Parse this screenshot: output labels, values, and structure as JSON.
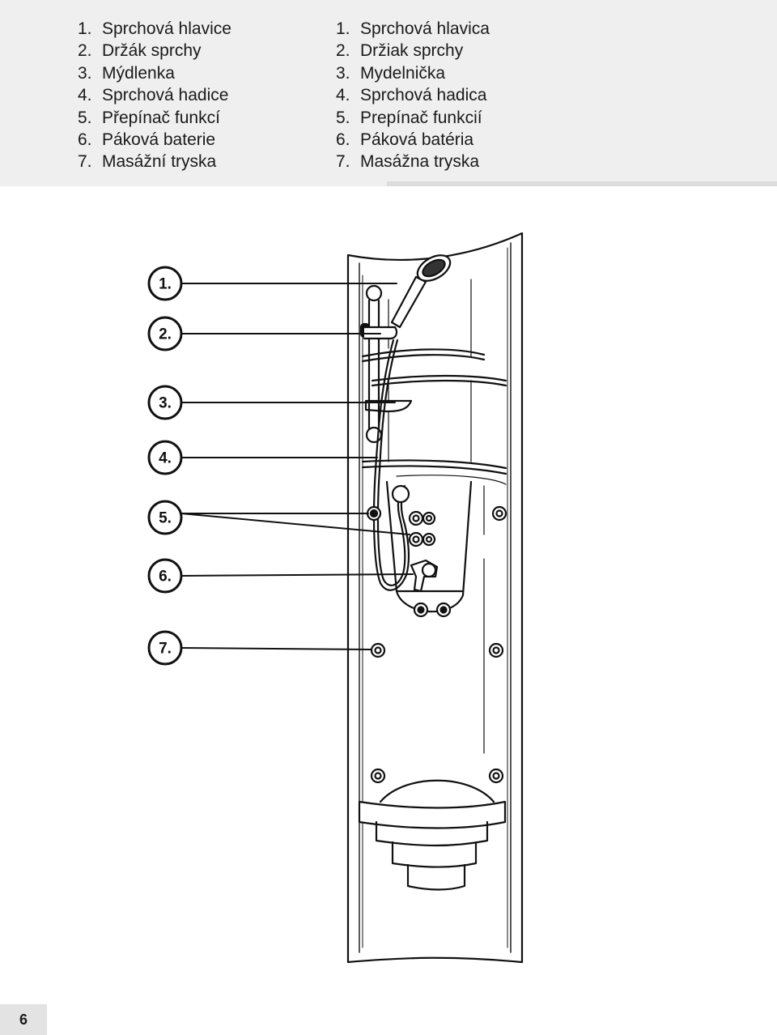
{
  "legend": {
    "czech": [
      {
        "num": "1.",
        "label": "Sprchová hlavice"
      },
      {
        "num": "2.",
        "label": "Držák sprchy"
      },
      {
        "num": "3.",
        "label": "Mýdlenka"
      },
      {
        "num": "4.",
        "label": "Sprchová hadice"
      },
      {
        "num": "5.",
        "label": "Přepínač funkcí"
      },
      {
        "num": "6.",
        "label": "Páková baterie"
      },
      {
        "num": "7.",
        "label": "Masážní tryska"
      }
    ],
    "slovak": [
      {
        "num": "1.",
        "label": "Sprchová hlavica"
      },
      {
        "num": "2.",
        "label": "Držiak sprchy"
      },
      {
        "num": "3.",
        "label": "Mydelnička"
      },
      {
        "num": "4.",
        "label": "Sprchová hadica"
      },
      {
        "num": "5.",
        "label": "Prepínač funkcií"
      },
      {
        "num": "6.",
        "label": "Páková batéria"
      },
      {
        "num": "7.",
        "label": "Masážna tryska"
      }
    ]
  },
  "diagram": {
    "callouts": [
      "1.",
      "2.",
      "3.",
      "4.",
      "5.",
      "6.",
      "7."
    ]
  },
  "page_number": "6"
}
